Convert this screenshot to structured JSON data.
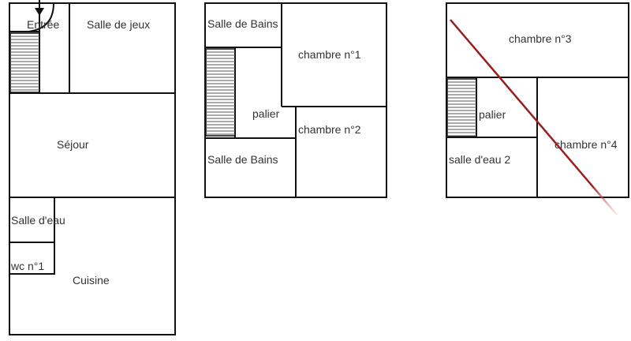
{
  "colors": {
    "walls": "#111111",
    "diagonal_line": "#9b1c1c"
  },
  "plans": [
    {
      "rooms": [
        "Entrée",
        "Salle de jeux",
        "Séjour",
        "Salle d'eau",
        "wc  n°1",
        "Cuisine"
      ]
    },
    {
      "rooms": [
        "Salle de Bains",
        "chambre  n°1",
        "palier",
        "chambre  n°2",
        "Salle de Bains"
      ]
    },
    {
      "rooms": [
        "chambre  n°3",
        "palier",
        "chambre  n°4",
        "salle d'eau 2"
      ]
    }
  ]
}
